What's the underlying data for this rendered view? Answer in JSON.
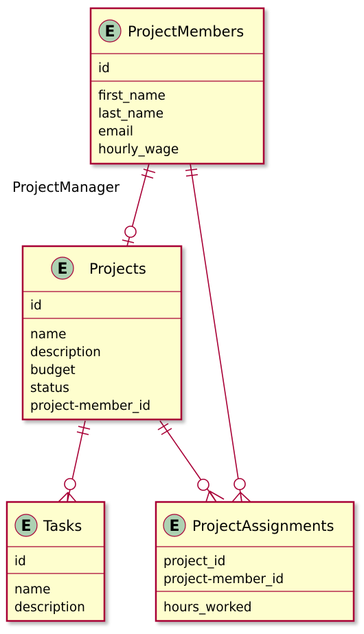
{
  "entities": {
    "project_members": {
      "badge": "E",
      "name": "ProjectMembers",
      "keys": [
        "id"
      ],
      "fields": [
        "first_name",
        "last_name",
        "email",
        "hourly_wage"
      ]
    },
    "projects": {
      "badge": "E",
      "name": "Projects",
      "keys": [
        "id"
      ],
      "fields": [
        "name",
        "description",
        "budget",
        "status",
        "project-member_id"
      ]
    },
    "tasks": {
      "badge": "E",
      "name": "Tasks",
      "keys": [
        "id"
      ],
      "fields": [
        "name",
        "description"
      ]
    },
    "project_assignments": {
      "badge": "E",
      "name": "ProjectAssignments",
      "keys": [
        "project_id",
        "project-member_id"
      ],
      "fields": [
        "hours_worked"
      ]
    }
  },
  "relationships": {
    "manager": {
      "from": "ProjectMembers",
      "to": "Projects",
      "label": "ProjectManager",
      "from_card": "exactly-one",
      "to_card": "zero-or-one"
    },
    "member_assign": {
      "from": "ProjectMembers",
      "to": "ProjectAssignments",
      "from_card": "exactly-one",
      "to_card": "zero-or-many"
    },
    "project_tasks": {
      "from": "Projects",
      "to": "Tasks",
      "from_card": "exactly-one",
      "to_card": "zero-or-many"
    },
    "project_assign": {
      "from": "Projects",
      "to": "ProjectAssignments",
      "from_card": "exactly-one",
      "to_card": "zero-or-many"
    }
  },
  "colors": {
    "entity_fill": "#fefece",
    "border": "#a80036",
    "badge_fill": "#add1b2"
  }
}
